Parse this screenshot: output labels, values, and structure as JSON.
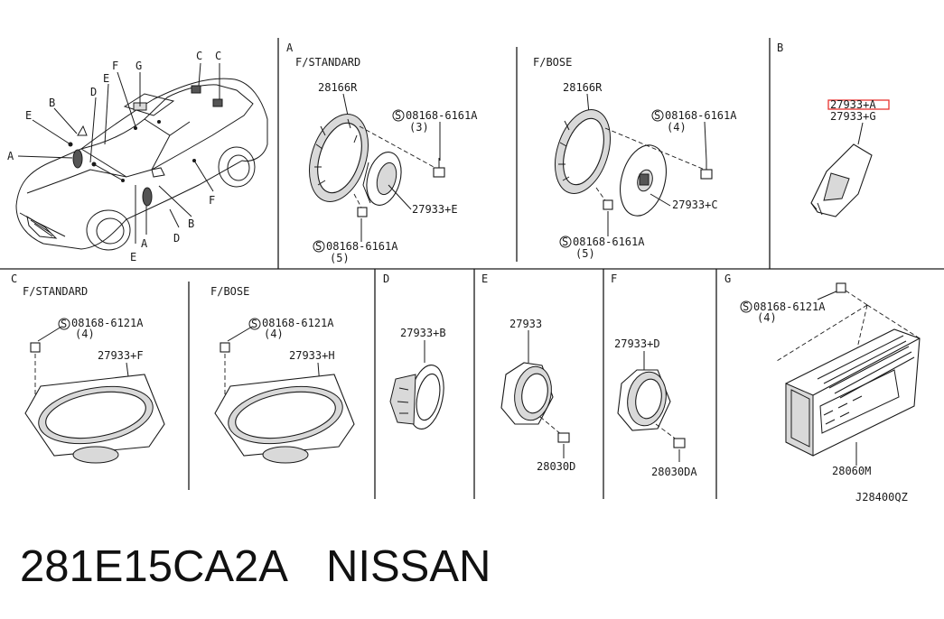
{
  "diagram_code": "J28400QZ",
  "caption": {
    "part_number": "281E15CA2A",
    "brand": "NISSAN"
  },
  "highlight_color": "#e8342f",
  "sections": {
    "overview": {
      "callouts": [
        "A",
        "B",
        "C",
        "C",
        "D",
        "D",
        "E",
        "E",
        "E",
        "F",
        "F",
        "G"
      ]
    },
    "A": {
      "letter": "A",
      "variants": [
        {
          "title": "F/STANDARD",
          "parts": [
            "28166R",
            "08168-6161A",
            "(3)",
            "27933+E",
            "08168-6161A",
            "(5)"
          ]
        },
        {
          "title": "F/BOSE",
          "parts": [
            "28166R",
            "08168-6161A",
            "(4)",
            "27933+C",
            "08168-6161A",
            "(5)"
          ]
        }
      ]
    },
    "B": {
      "letter": "B",
      "parts": [
        "27933+A",
        "27933+G"
      ],
      "highlighted": "27933+A"
    },
    "C": {
      "letter": "C",
      "variants": [
        {
          "title": "F/STANDARD",
          "parts": [
            "08168-6121A",
            "(4)",
            "27933+F"
          ]
        },
        {
          "title": "F/BOSE",
          "parts": [
            "08168-6121A",
            "(4)",
            "27933+H"
          ]
        }
      ]
    },
    "D": {
      "letter": "D",
      "parts": [
        "27933+B"
      ]
    },
    "E": {
      "letter": "E",
      "parts": [
        "27933",
        "28030D"
      ]
    },
    "F": {
      "letter": "F",
      "parts": [
        "27933+D",
        "28030DA"
      ]
    },
    "G": {
      "letter": "G",
      "parts": [
        "08168-6121A",
        "(4)",
        "28060M"
      ]
    }
  },
  "icons": [
    "bolt-s-symbol-icon",
    "speaker-icon",
    "car-outline-icon",
    "amplifier-icon"
  ]
}
